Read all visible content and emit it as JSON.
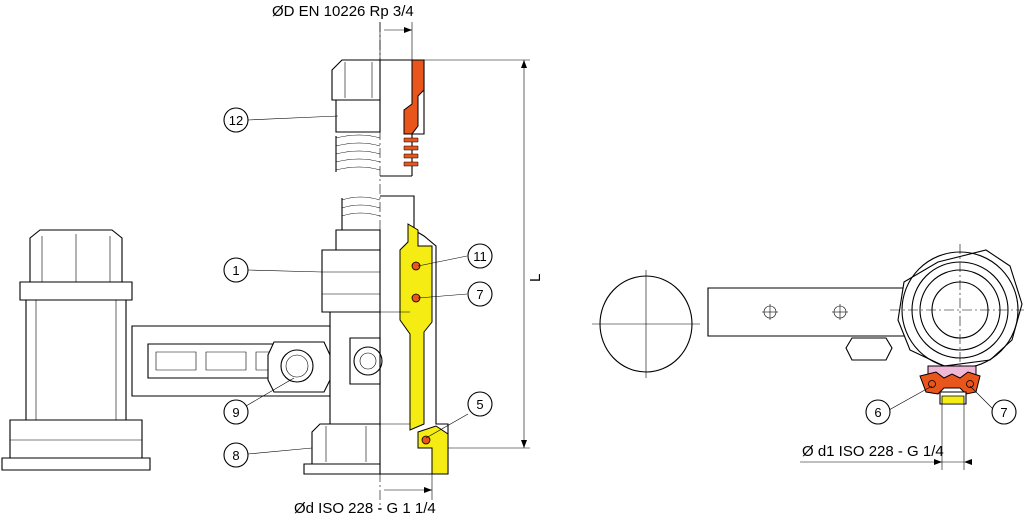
{
  "top_label": "ØD EN 10226 Rp 3/4",
  "bottom_label": "Ød ISO 228 - G 1 1/4",
  "right_label": "Ø d1 ISO 228 - G 1/4",
  "dimension_L": "L",
  "callouts": [
    "12",
    "1",
    "9",
    "8",
    "11",
    "7",
    "5",
    "6",
    "7"
  ],
  "colors": {
    "orange": "#e8561c",
    "yellow": "#f4ec12",
    "pink": "#f0b8d6",
    "outline": "#000000"
  }
}
